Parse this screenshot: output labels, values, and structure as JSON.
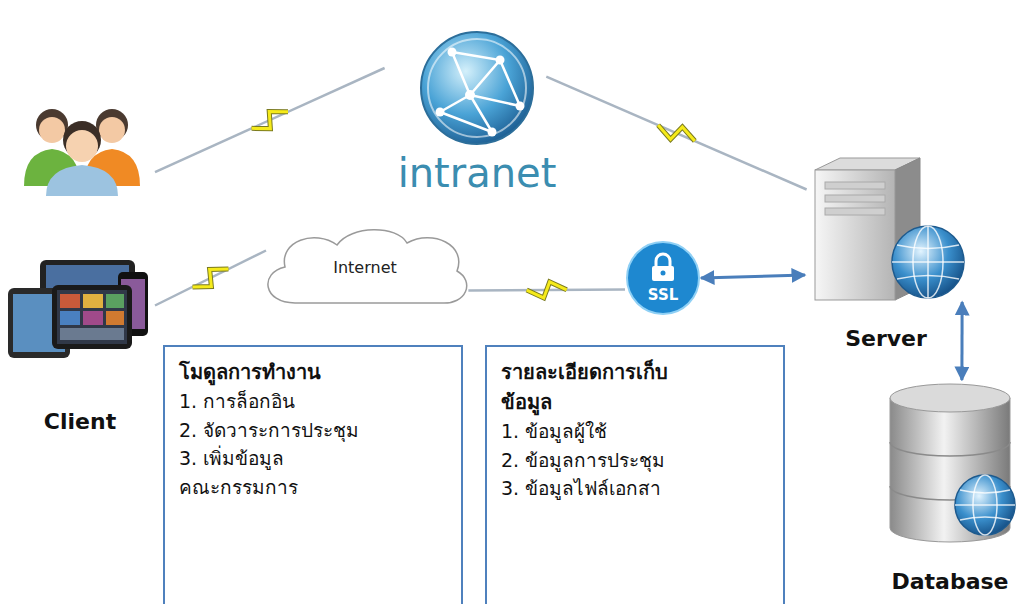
{
  "diagram": {
    "nodes": [
      {
        "text": []
      },
      {
        "text": [
          "intranet"
        ]
      },
      {
        "text": [
          "Client"
        ]
      },
      {
        "text": [
          "Internet"
        ]
      },
      {
        "text": [
          "SSL"
        ]
      },
      {
        "text": [
          "Server"
        ]
      },
      {
        "text": [
          "Database"
        ]
      },
      {
        "text": [
          "โมดูลการทำงาน",
          "1. การล็อกอิน",
          "2. จัดวาระการประชุม",
          "3. เพิ่มข้อมูล คณะกรรมการ"
        ]
      },
      {
        "text": [
          "รายละเอียดการเก็บ ข้อมูล",
          "1. ข้อมูลผู้ใช้",
          "2. ข้อมูลการประชุม",
          "3. ข้อมูลไฟล์เอกสา"
        ]
      }
    ],
    "edges": [
      {
        "from": 0,
        "to": 1,
        "arrow": "none"
      },
      {
        "from": 1,
        "to": 5,
        "arrow": "none"
      },
      {
        "from": 2,
        "to": 3,
        "arrow": "none"
      },
      {
        "from": 3,
        "to": 4,
        "arrow": "none"
      },
      {
        "from": 4,
        "to": 5,
        "arrow": "both"
      },
      {
        "from": 5,
        "to": 6,
        "arrow": "both"
      }
    ]
  }
}
